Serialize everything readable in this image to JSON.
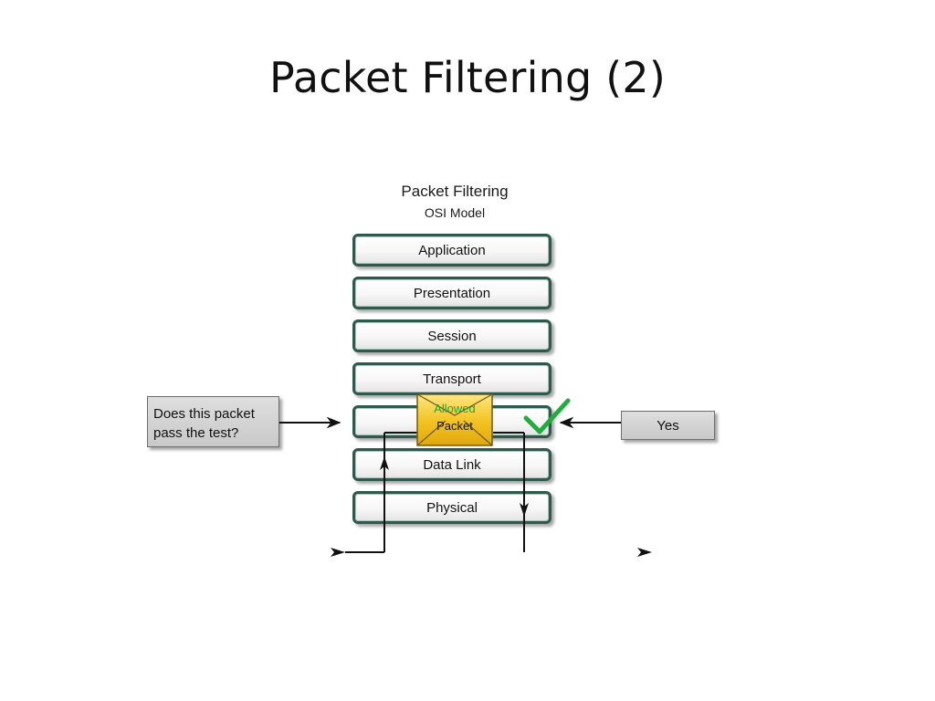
{
  "slide": {
    "title": "Packet Filtering (2)"
  },
  "diagram": {
    "title": "Packet Filtering",
    "subtitle": "OSI Model",
    "layers": [
      "Application",
      "Presentation",
      "Session",
      "Transport",
      "",
      "Data Link",
      "Physical"
    ],
    "packet": {
      "status": "Allowed",
      "label": "Packet",
      "color": "#f2c21f"
    },
    "question": "Does this packet\npass the test?",
    "answer": "Yes",
    "check_icon": "check-icon",
    "check_color": "#1fae3b",
    "layer_border_color": "#2e5a4e"
  }
}
